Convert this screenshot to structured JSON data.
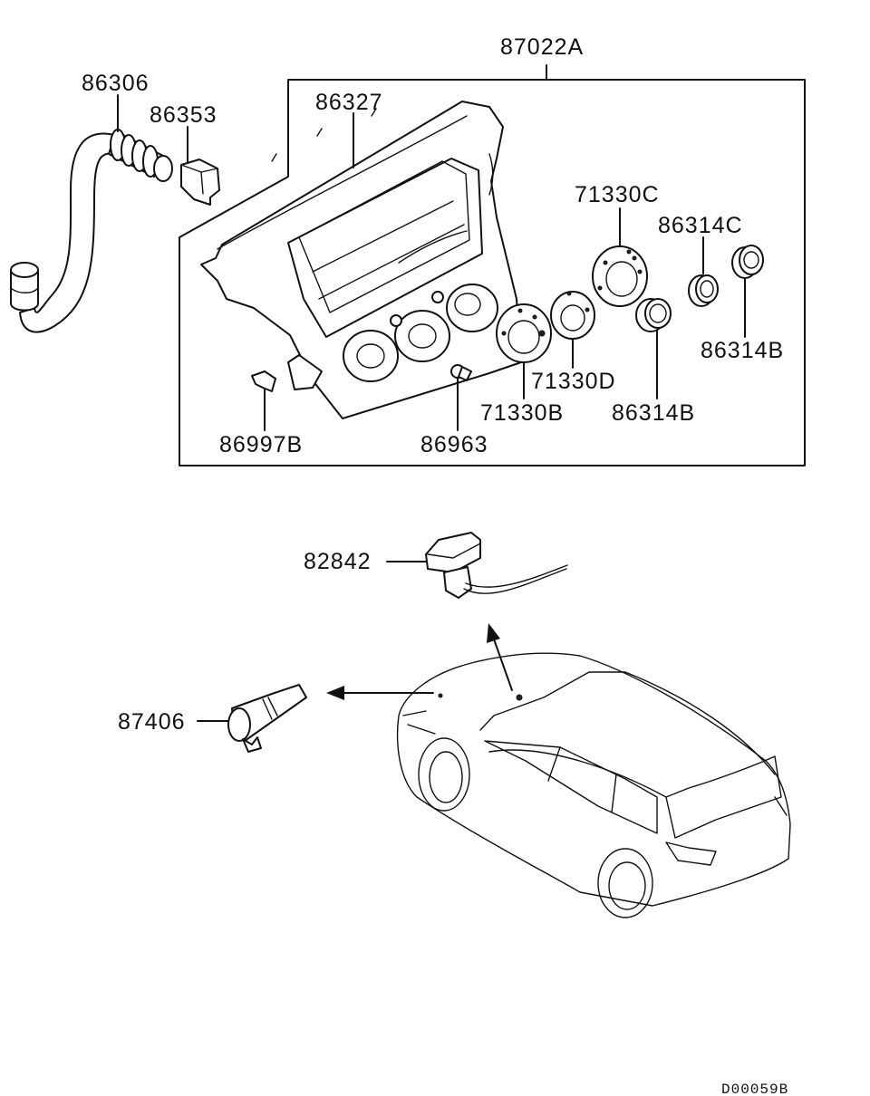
{
  "labels": {
    "p87022A": "87022A",
    "p86306": "86306",
    "p86353": "86353",
    "p86327": "86327",
    "p71330C": "71330C",
    "p86314C": "86314C",
    "p86314B_upper": "86314B",
    "p71330D": "71330D",
    "p71330B": "71330B",
    "p86314B_lower": "86314B",
    "p86997B": "86997B",
    "p86963": "86963",
    "p82842": "82842",
    "p87406": "87406"
  },
  "diagram_code": "D00059B"
}
